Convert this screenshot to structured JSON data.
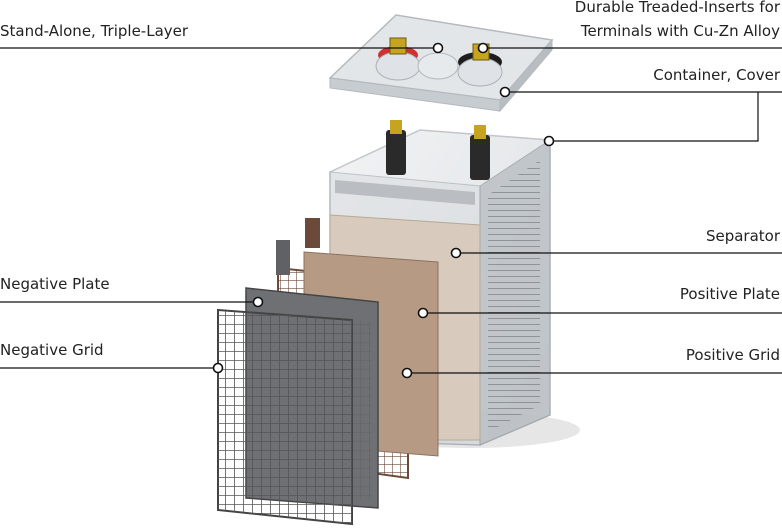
{
  "labels": {
    "stand_alone": "Stand-Alone, Triple-Layer",
    "inserts_line1": "Durable Treaded-Inserts for",
    "inserts_line2": "Terminals with Cu-Zn Alloy",
    "container_cover": "Container, Cover",
    "separator": "Separator",
    "negative_plate": "Negative Plate",
    "positive_plate": "Positive Plate",
    "negative_grid": "Negative Grid",
    "positive_grid": "Positive Grid"
  },
  "colors": {
    "leader_line": "#111111",
    "plastic": "#c9cdd1",
    "dark_plate": "#5f6164",
    "positive_plate": "#b69a84",
    "separator": "#d8cbbd"
  }
}
